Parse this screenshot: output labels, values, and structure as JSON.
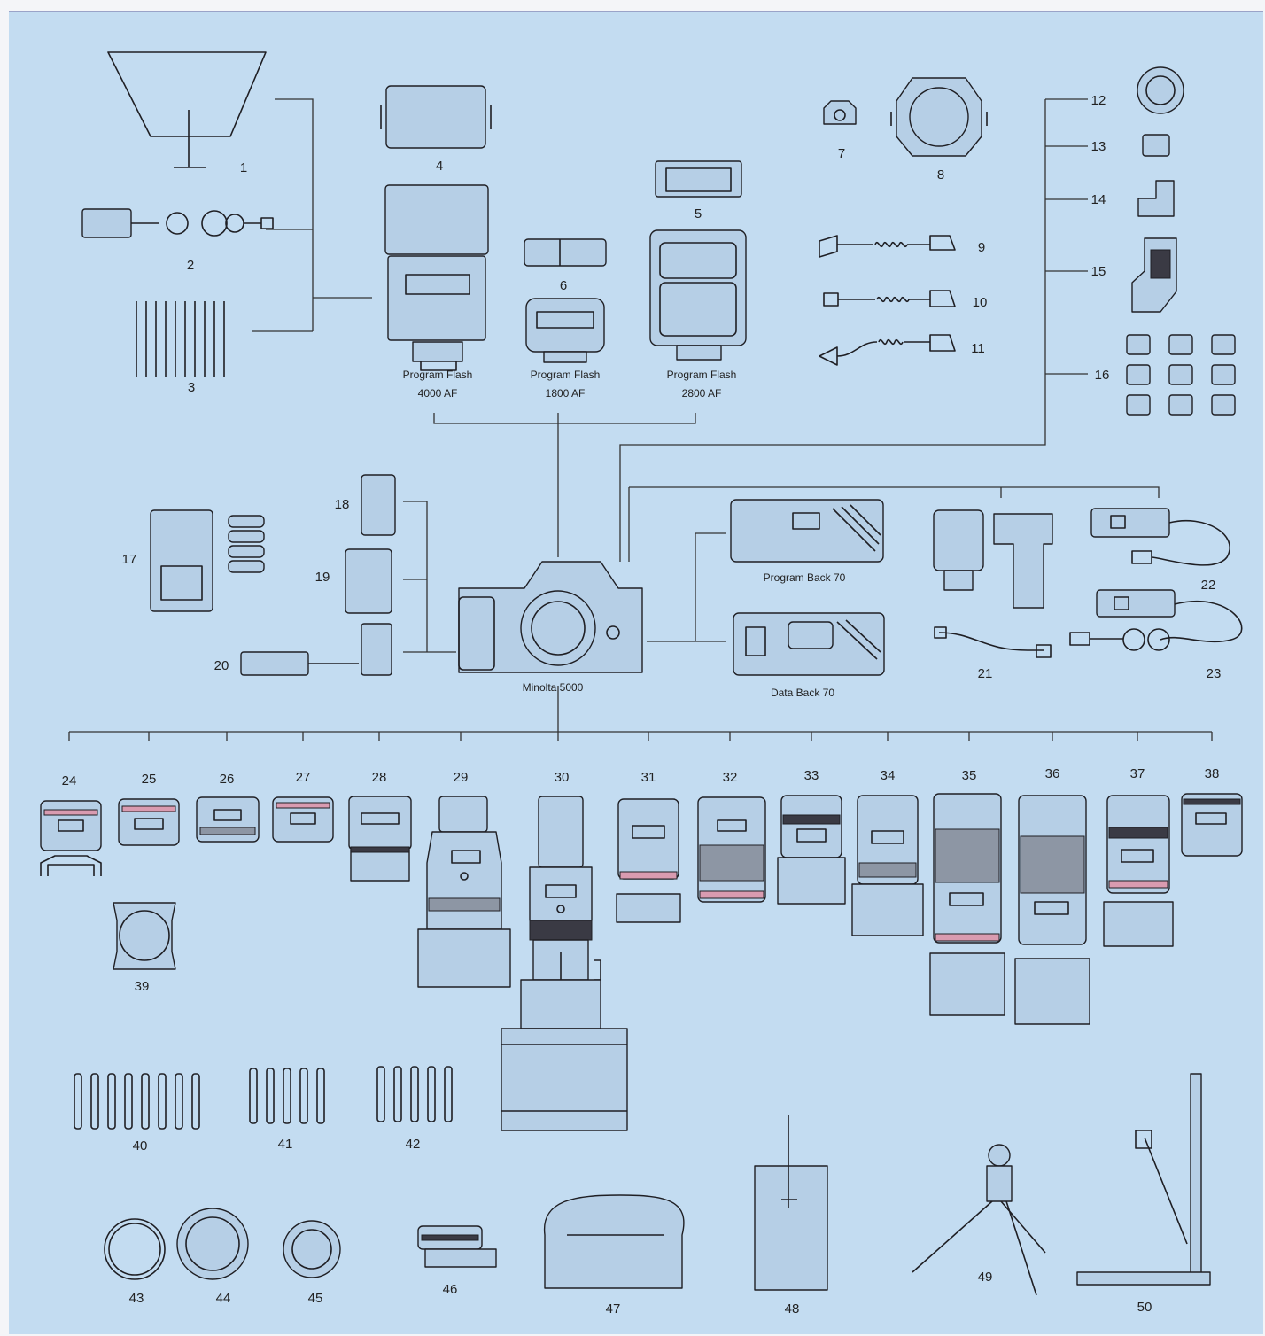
{
  "items": [
    {
      "n": "1"
    },
    {
      "n": "2"
    },
    {
      "n": "3"
    },
    {
      "n": "4"
    },
    {
      "n": "5"
    },
    {
      "n": "6"
    },
    {
      "n": "7"
    },
    {
      "n": "8"
    },
    {
      "n": "9"
    },
    {
      "n": "10"
    },
    {
      "n": "11"
    },
    {
      "n": "12"
    },
    {
      "n": "13"
    },
    {
      "n": "14"
    },
    {
      "n": "15"
    },
    {
      "n": "16"
    },
    {
      "n": "17"
    },
    {
      "n": "18"
    },
    {
      "n": "19"
    },
    {
      "n": "20"
    },
    {
      "n": "21"
    },
    {
      "n": "22"
    },
    {
      "n": "23"
    },
    {
      "n": "24"
    },
    {
      "n": "25"
    },
    {
      "n": "26"
    },
    {
      "n": "27"
    },
    {
      "n": "28"
    },
    {
      "n": "29"
    },
    {
      "n": "30"
    },
    {
      "n": "31"
    },
    {
      "n": "32"
    },
    {
      "n": "33"
    },
    {
      "n": "34"
    },
    {
      "n": "35"
    },
    {
      "n": "36"
    },
    {
      "n": "37"
    },
    {
      "n": "38"
    },
    {
      "n": "39"
    },
    {
      "n": "40"
    },
    {
      "n": "41"
    },
    {
      "n": "42"
    },
    {
      "n": "43"
    },
    {
      "n": "44"
    },
    {
      "n": "45"
    },
    {
      "n": "46"
    },
    {
      "n": "47"
    },
    {
      "n": "48"
    },
    {
      "n": "49"
    },
    {
      "n": "50"
    }
  ],
  "captions": {
    "flash_4000": [
      "Program Flash",
      "4000 AF"
    ],
    "flash_1800": [
      "Program Flash",
      "1800 AF"
    ],
    "flash_2800": [
      "Program Flash",
      "2800 AF"
    ],
    "camera": "Minolta 5000",
    "program_back": "Program Back 70",
    "data_back": "Data Back 70"
  },
  "colors": {
    "background": "#c3dcf1",
    "ink": "#1f1f24"
  }
}
